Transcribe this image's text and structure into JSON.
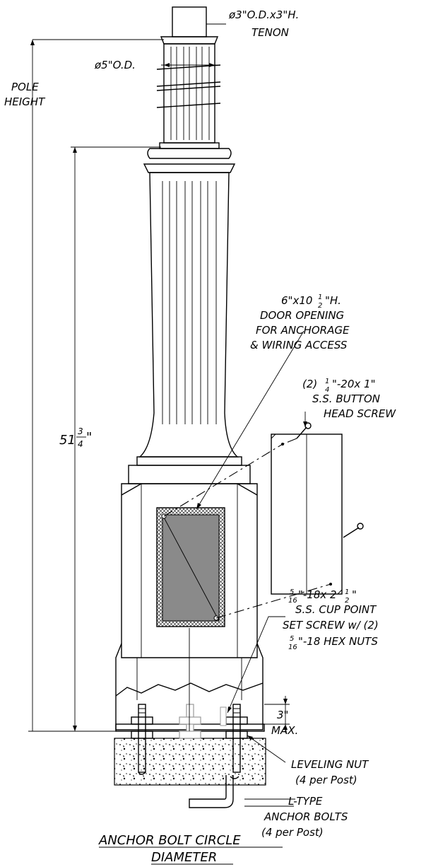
{
  "labels": {
    "tenon_1": "ø3\"O.D.x3\"H.",
    "tenon_2": "TENON",
    "od": "ø5\"O.D.",
    "pole_height_1": "POLE",
    "pole_height_2": "HEIGHT",
    "height_whole": "51",
    "height_num": "3",
    "height_den": "4",
    "height_unit": "\"",
    "door_1": "6\"x10",
    "door_1_num": "1",
    "door_1_den": "2",
    "door_1_end": "\"H.",
    "door_2": "DOOR OPENING",
    "door_3": "FOR ANCHORAGE",
    "door_4": "& WIRING ACCESS",
    "screw_1a": "(2)",
    "screw_1_num": "1",
    "screw_1_den": "4",
    "screw_1b": "\"-20x 1\"",
    "screw_2": "S.S. BUTTON",
    "screw_3": "HEAD SCREW",
    "set_1_num": "5",
    "set_1_den": "16",
    "set_1a": "\"-18x 2",
    "set_1_num2": "1",
    "set_1_den2": "2",
    "set_1b": "\"",
    "set_2": "S.S. CUP POINT",
    "set_3": "SET SCREW w/ (2)",
    "set_4_num": "5",
    "set_4_den": "16",
    "set_4": "\"-18 HEX NUTS",
    "max_1": "3\"",
    "max_2": "MAX.",
    "leveling_1": "LEVELING NUT",
    "leveling_2": "(4 per Post)",
    "anchor_1": "L-TYPE",
    "anchor_2": "ANCHOR BOLTS",
    "anchor_3": "(4 per Post)",
    "circle_1": "ANCHOR BOLT CIRCLE",
    "circle_2": "DIAMETER"
  },
  "colors": {
    "line": "#000000",
    "door_glass": "#8a8a8a",
    "door_frame": "#bdbdbd",
    "concrete_dot": "#000000"
  }
}
